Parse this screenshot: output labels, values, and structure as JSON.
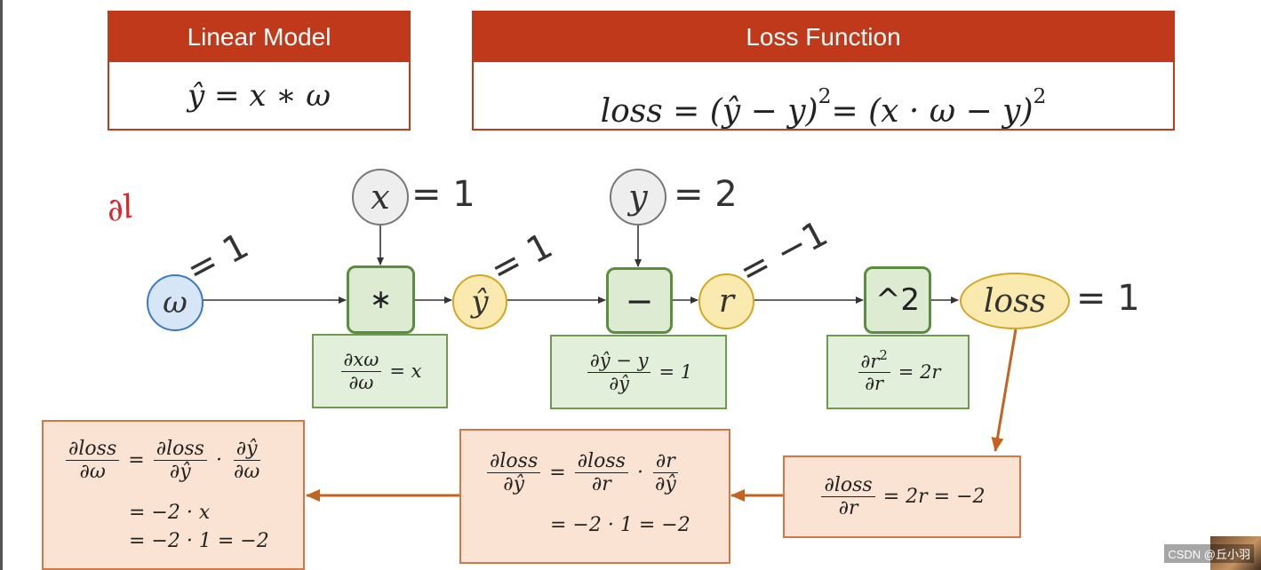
{
  "header_linear_model": {
    "title": "Linear Model",
    "formula_parts": [
      "ŷ",
      " = x ∗ ω"
    ]
  },
  "header_loss_function": {
    "title": "Loss Function",
    "formula_parts": [
      "loss",
      " = (ŷ − y)",
      "2",
      "= (x · ω − y)",
      "2"
    ]
  },
  "graph": {
    "nodes": {
      "x": {
        "symbol": "x",
        "value_label": "= 1"
      },
      "y": {
        "symbol": "y",
        "value_label": "= 2"
      },
      "omega": {
        "symbol": "ω",
        "value_label": "= 1"
      },
      "y_hat": {
        "symbol": "ŷ",
        "value_label": "= 1"
      },
      "r": {
        "symbol": "r",
        "value_label": "= −1"
      },
      "loss": {
        "symbol": "loss",
        "value_label": "= 1"
      }
    },
    "ops": {
      "multiply": "∗",
      "minus": "−",
      "square": "^2"
    },
    "handwritten_note": "∂l"
  },
  "local_derivatives": {
    "multiply": {
      "num": "∂xω",
      "den": "∂ω",
      "rhs": "= x"
    },
    "minus": {
      "num": "∂ŷ − y",
      "den": "∂ŷ",
      "rhs": "= 1"
    },
    "square": {
      "num": "∂r",
      "num_sup": "2",
      "den": "∂r",
      "rhs": "= 2r"
    }
  },
  "backprop": {
    "dloss_dr": {
      "num": "∂loss",
      "den": "∂r",
      "rhs": "= 2r = −2"
    },
    "dloss_dyhat": {
      "num": "∂loss",
      "den": "∂ŷ",
      "mid": "=",
      "f1_num": "∂loss",
      "f1_den": "∂r",
      "dot": "·",
      "f2_num": "∂r",
      "f2_den": "∂ŷ",
      "line2": "= −2 · 1 = −2"
    },
    "dloss_domega": {
      "num": "∂loss",
      "den": "∂ω",
      "mid": "=",
      "f1_num": "∂loss",
      "f1_den": "∂ŷ",
      "dot": "·",
      "f2_num": "∂ŷ",
      "f2_den": "∂ω",
      "line2": "= −2 · x",
      "line3": "= −2 · 1 = −2"
    }
  },
  "watermark": "CSDN @丘小羽",
  "colors": {
    "header_red": "#c0391a",
    "op_green": "#5a8e3e",
    "green_fill": "#e2efda",
    "orange_border": "#d0784a",
    "orange_fill": "#fbe3d3",
    "arrow_orange": "#c4621f",
    "blue_node": "#3c79c4",
    "yellow_node": "#d3a624",
    "handwriting_red": "#e0242a"
  }
}
